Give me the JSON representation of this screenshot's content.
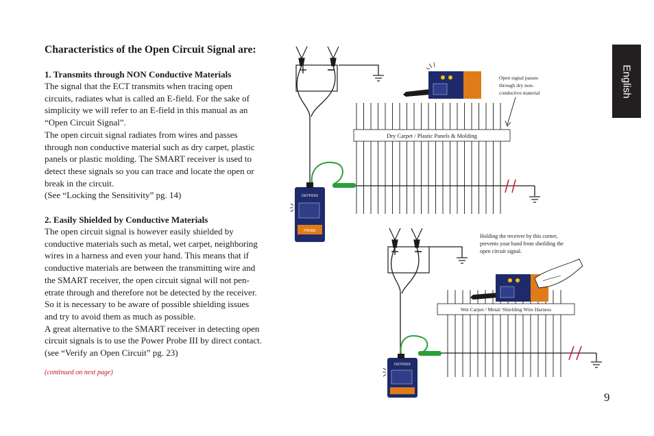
{
  "heading": "Characteristics of the Open Circuit Signal are:",
  "section1": {
    "title": "1. Transmits through NON Conductive Materials",
    "lines": [
      "The signal that the ECT transmits when tracing open",
      "circuits, radiates what is called an E-field. For the sake of",
      "simplicity we will refer to an E-field in this manual as an",
      "“Open Circuit Signal”.",
      "The open circuit signal radiates from wires and passes",
      "through non conductive material such as dry carpet, plastic",
      "panels or plastic molding. The SMART receiver is used to",
      "detect these signals so you can trace and locate the open or",
      "break in the circuit.",
      "(See “Locking the Sensitivity” pg. 14)"
    ]
  },
  "section2": {
    "title": "2. Easily Shielded by Conductive Materials",
    "lines": [
      "The open circuit signal is however easily shielded by",
      "conductive materials such as metal, wet carpet, neighboring",
      "wires in a harness and even your hand. This means that if",
      "conductive materials are between the transmitting wire and",
      "the SMART receiver, the open circuit signal will not pen-",
      "etrate through and therefore not be detected by the receiver.",
      "So it is necessary to be aware of possible shielding issues",
      "and try to avoid them as much as possible.",
      "A great alternative to the SMART receiver in detecting open",
      "circuit signals is to use the Power Probe III by direct contact.",
      "(see “Verify an Open Circuit” pg. 23)"
    ]
  },
  "continued": "(continued on next page)",
  "side_tab": "English",
  "page_number": "9",
  "diagram_top": {
    "label_bar": "Dry Carpet / Plastic Panels &  Molding",
    "note_lines": [
      "Open signal passes",
      "through dry non-",
      "conductive material"
    ]
  },
  "diagram_bottom": {
    "label_bar": "Wet Carpet / Metal/ Shielding Wire Harness",
    "note_lines": [
      "Holding the receiver by this corner,",
      "prevents your hand from sheilding the",
      "open circuit signal."
    ]
  },
  "device": {
    "brand": "OUTFOXX",
    "model": "PROBE"
  },
  "colors": {
    "accent_red": "#c8102e",
    "tab_bg": "#231f20",
    "lead_green": "#2e9e3a",
    "device_blue": "#1f2a6b",
    "device_orange": "#e07b1a"
  }
}
